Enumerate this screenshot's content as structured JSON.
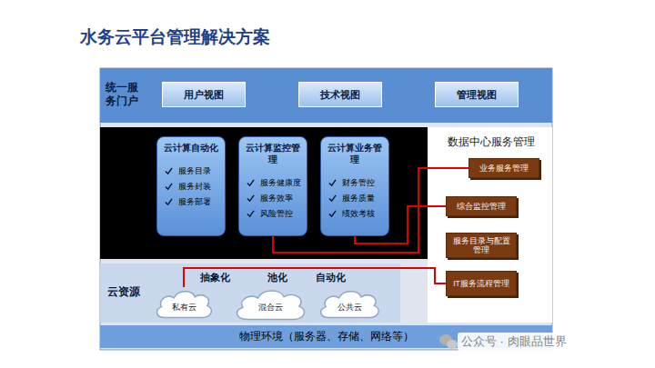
{
  "diagram": {
    "title": "水务云平台管理解决方案",
    "nodes": [
      {
        "text": [
          "统一服务门户"
        ]
      },
      {
        "text": [
          "用户视图"
        ],
        "in": 0
      },
      {
        "text": [
          "技术视图"
        ],
        "in": 0
      },
      {
        "text": [
          "管理视图"
        ],
        "in": 0
      },
      {
        "text": [
          "云计算自动化",
          "服务目录",
          "服务封装",
          "服务部署"
        ]
      },
      {
        "text": [
          "云计算监控管理",
          "服务健康度",
          "服务效率",
          "风险管控"
        ]
      },
      {
        "text": [
          "云计算业务管理",
          "财务管控",
          "服务质量",
          "绩效考核"
        ]
      },
      {
        "text": [
          "数据中心服务管理"
        ]
      },
      {
        "text": [
          "业务服务管理"
        ],
        "in": 7
      },
      {
        "text": [
          "综合监控管理"
        ],
        "in": 7
      },
      {
        "text": [
          "服务目录与配置管理"
        ],
        "in": 7
      },
      {
        "text": [
          "IT服务流程管理"
        ],
        "in": 7
      },
      {
        "text": [
          "云资源"
        ]
      },
      {
        "text": [
          "私有云"
        ],
        "in": 12
      },
      {
        "text": [
          "混合云"
        ],
        "in": 12
      },
      {
        "text": [
          "公共云"
        ],
        "in": 12
      },
      {
        "text": [
          "物理环境（服务器、存储、网络等）"
        ]
      }
    ],
    "edges": [
      {
        "from": 5,
        "to": 8,
        "arrow": "none"
      },
      {
        "from": 6,
        "to": 9,
        "arrow": "none"
      },
      {
        "from": 13,
        "to": 11,
        "arrow": "none"
      }
    ],
    "labels": [
      "抽象化",
      "池化",
      "自动化",
      "公众号 · 肉眼品世界"
    ]
  }
}
